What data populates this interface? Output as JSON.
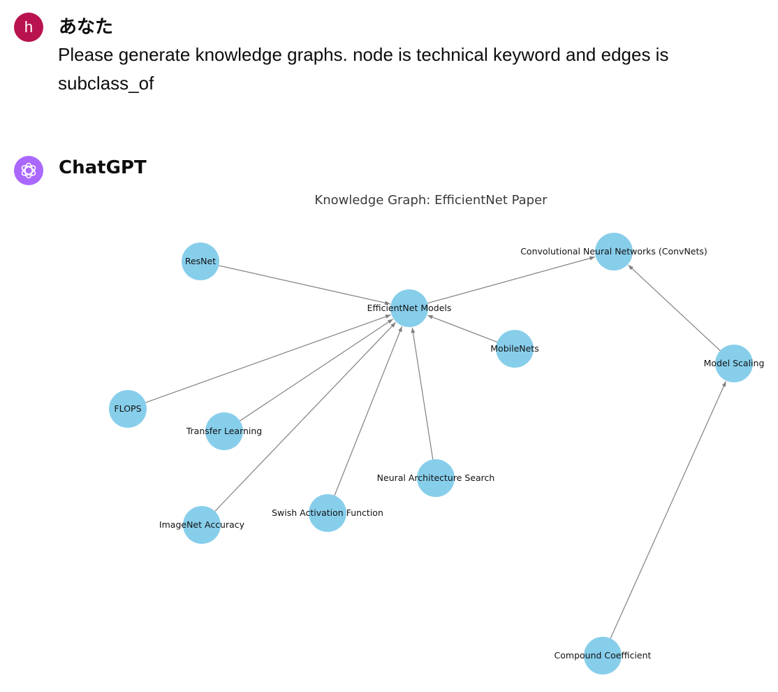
{
  "conversation": {
    "user": {
      "avatar_letter": "h",
      "name": "あなた",
      "message": "Please generate knowledge graphs. node is technical keyword and edges is subclass_of"
    },
    "assistant": {
      "avatar_icon": "openai-logo-icon",
      "name": "ChatGPT"
    }
  },
  "colors": {
    "user_avatar": "#b8134f",
    "assistant_avatar": "#ab68ff",
    "node_fill": "#87ceeb",
    "edge": "#808080"
  },
  "graph": {
    "title": "Knowledge Graph: EfficientNet Paper",
    "edge_type": "subclass_of",
    "nodes": [
      {
        "id": "resnet",
        "label": "ResNet"
      },
      {
        "id": "efficientnet",
        "label": "EfficientNet Models"
      },
      {
        "id": "convnets",
        "label": "Convolutional Neural Networks (ConvNets)"
      },
      {
        "id": "mobilenets",
        "label": "MobileNets"
      },
      {
        "id": "model_scaling",
        "label": "Model Scaling"
      },
      {
        "id": "flops",
        "label": "FLOPS"
      },
      {
        "id": "transfer",
        "label": "Transfer Learning"
      },
      {
        "id": "nas",
        "label": "Neural Architecture Search"
      },
      {
        "id": "swish",
        "label": "Swish Activation Function"
      },
      {
        "id": "imagenet",
        "label": "ImageNet Accuracy"
      },
      {
        "id": "compound",
        "label": "Compound Coefficient"
      }
    ],
    "edges": [
      {
        "source": "resnet",
        "target": "efficientnet"
      },
      {
        "source": "efficientnet",
        "target": "convnets"
      },
      {
        "source": "mobilenets",
        "target": "efficientnet"
      },
      {
        "source": "flops",
        "target": "efficientnet"
      },
      {
        "source": "transfer",
        "target": "efficientnet"
      },
      {
        "source": "imagenet",
        "target": "efficientnet"
      },
      {
        "source": "swish",
        "target": "efficientnet"
      },
      {
        "source": "nas",
        "target": "efficientnet"
      },
      {
        "source": "model_scaling",
        "target": "convnets"
      },
      {
        "source": "compound",
        "target": "model_scaling"
      }
    ]
  }
}
